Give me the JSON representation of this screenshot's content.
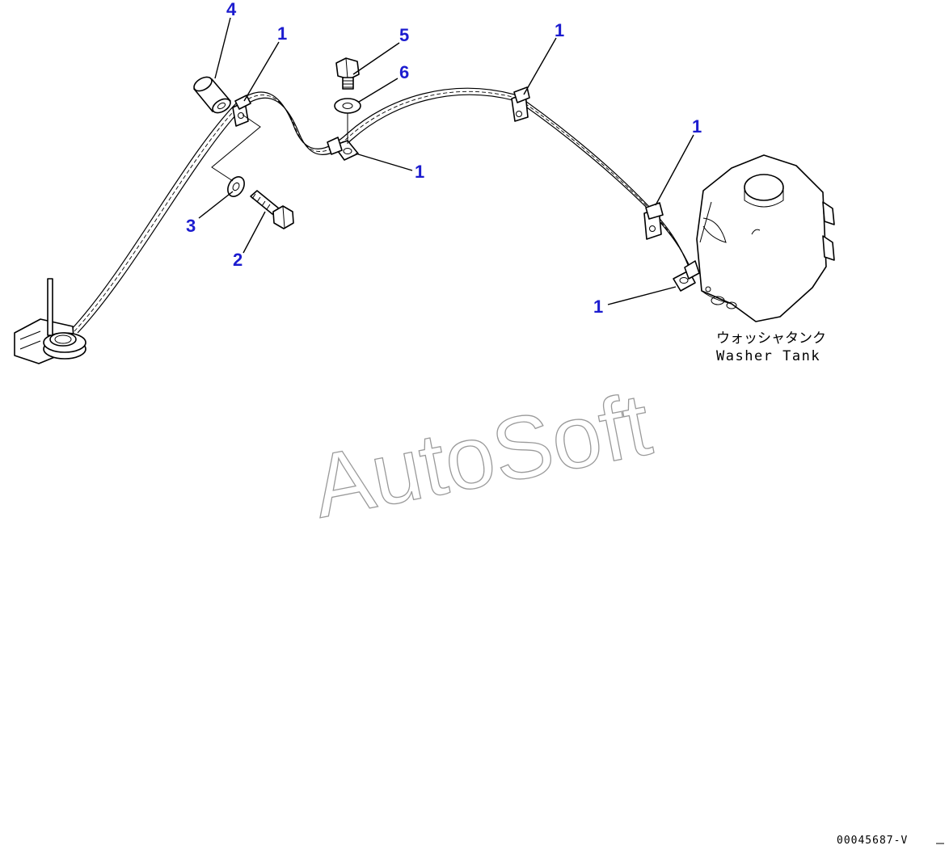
{
  "watermark": "AutoSoft",
  "tank_label": {
    "jp": "ウォッシャタンク",
    "en": "Washer Tank"
  },
  "callouts": {
    "c4": "4",
    "c1_a": "1",
    "c5": "5",
    "c6": "6",
    "c1_b": "1",
    "c1_c": "1",
    "c1_d": "1",
    "c1_e": "1",
    "c3": "3",
    "c2": "2"
  },
  "drawing_number": "00045687-V",
  "colors": {
    "callout": "#1c1ccf",
    "line": "#000000",
    "watermark": "#9a9a9a"
  }
}
